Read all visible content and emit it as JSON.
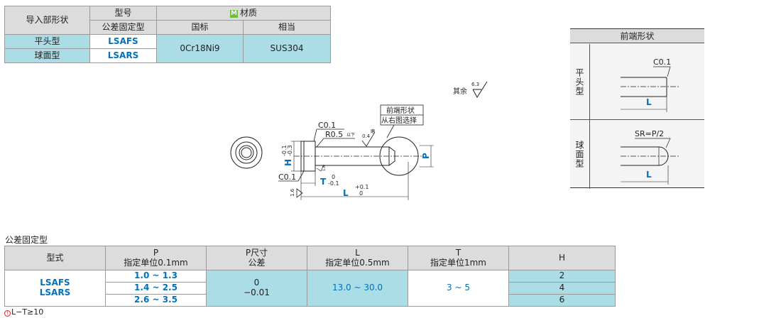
{
  "material_table": {
    "header_shape": "导入部形状",
    "header_model": "型号",
    "header_model_sub": "公差固定型",
    "header_material_badge": "M",
    "header_material": "材质",
    "header_gb": "国标",
    "header_equiv": "相当",
    "rows": [
      {
        "shape": "平头型",
        "code": "LSAFS"
      },
      {
        "shape": "球面型",
        "code": "LSARS"
      }
    ],
    "material_gb": "0Cr18Ni9",
    "material_equiv": "SUS304"
  },
  "tip_panel": {
    "title": "前端形状",
    "flat_label": "平头型",
    "ball_label": "球面型",
    "flat_chamfer": "C0.1",
    "flat_dim": "L",
    "ball_radius": "SR=P/2",
    "ball_dim": "L"
  },
  "drawing": {
    "roughness_other": "其余",
    "roughness_other_val": "6.3",
    "callout_line1": "前端形状",
    "callout_line2": "从右图选择",
    "chamfer_top": "C0.1",
    "radius": "R0.5",
    "radius_note": "以下",
    "roughness_mid": "0.4",
    "roughness_mid_note": "磨",
    "h_label": "H",
    "h_tol_top": "-0.1",
    "h_tol_bot": "-0.3",
    "chamfer_bottom": "C0.1",
    "roughness_under": "1.6",
    "t_label": "T",
    "t_tol_top": "0",
    "t_tol_bot": "-0.1",
    "l_label": "L",
    "l_tol_top": "+0.1",
    "l_tol_bot": "0",
    "p_label": "P",
    "roughness_small": "1.6"
  },
  "spec_table": {
    "title": "公差固定型",
    "headers": {
      "type": "型式",
      "p_line1": "P",
      "p_line2": "指定单位0.1mm",
      "ptol_line1": "P尺寸",
      "ptol_line2": "公差",
      "l_line1": "L",
      "l_line2": "指定单位0.5mm",
      "t_line1": "T",
      "t_line2": "指定单位1mm",
      "h": "H"
    },
    "type_values": [
      "LSAFS",
      "LSARS"
    ],
    "p_ranges": [
      "1.0 ~ 1.3",
      "1.4 ~ 2.5",
      "2.6 ~ 3.5"
    ],
    "p_tol_top": "0",
    "p_tol_bot": "−0.01",
    "l_range": "13.0 ~ 30.0",
    "t_range": "3 ~ 5",
    "h_values": [
      "2",
      "4",
      "6"
    ]
  },
  "note": {
    "icon": "warning-icon",
    "text": "L−T≥10"
  },
  "colors": {
    "header_gray": "#dcdcdc",
    "cyan_fill": "#aadde6",
    "code_blue": "#0072bc",
    "badge_green": "#6cbf3a",
    "warn_red": "#d0202e"
  }
}
